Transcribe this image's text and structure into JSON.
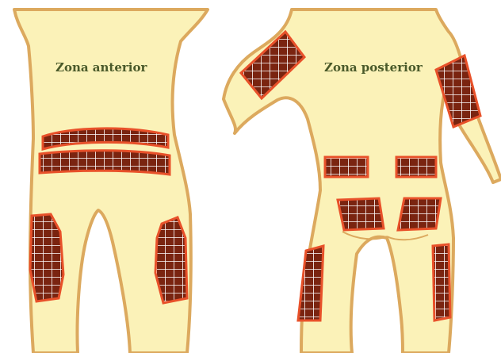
{
  "labels": {
    "anterior": "Zona anterior",
    "posterior": "Zona posterior"
  },
  "colors": {
    "skin": "#fbf2b8",
    "outline": "#dca95e",
    "patch_fill": "#7a2410",
    "patch_border": "#e8512a",
    "grid_line": "#ffffff",
    "label_text": "#4a5a2a"
  },
  "figures": [
    {
      "view": "anterior",
      "marked_zones": [
        "abdomen-upper-band",
        "abdomen-lower-band",
        "left-thigh",
        "right-thigh"
      ]
    },
    {
      "view": "posterior",
      "marked_zones": [
        "left-upper-arm",
        "right-upper-arm",
        "left-flank",
        "right-flank",
        "left-buttock",
        "right-buttock",
        "left-back-thigh",
        "right-back-thigh"
      ]
    }
  ]
}
